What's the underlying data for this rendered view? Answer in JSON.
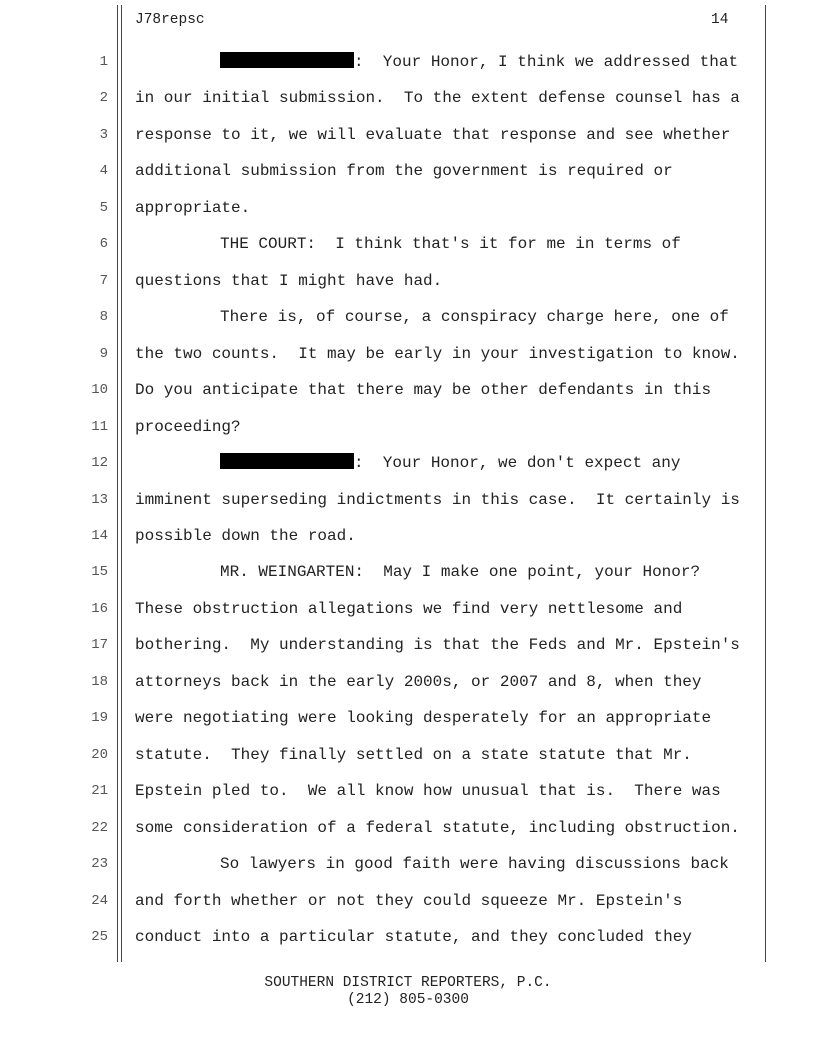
{
  "header": {
    "case_code": "J78repsc",
    "page_number": "14"
  },
  "lines": [
    {
      "num": "1",
      "indent": true,
      "redacted": true,
      "text": ":  Your Honor, I think we addressed that"
    },
    {
      "num": "2",
      "indent": false,
      "redacted": false,
      "text": "in our initial submission.  To the extent defense counsel has a"
    },
    {
      "num": "3",
      "indent": false,
      "redacted": false,
      "text": "response to it, we will evaluate that response and see whether"
    },
    {
      "num": "4",
      "indent": false,
      "redacted": false,
      "text": "additional submission from the government is required or"
    },
    {
      "num": "5",
      "indent": false,
      "redacted": false,
      "text": "appropriate."
    },
    {
      "num": "6",
      "indent": true,
      "redacted": false,
      "text": "THE COURT:  I think that's it for me in terms of"
    },
    {
      "num": "7",
      "indent": false,
      "redacted": false,
      "text": "questions that I might have had."
    },
    {
      "num": "8",
      "indent": true,
      "redacted": false,
      "text": "There is, of course, a conspiracy charge here, one of"
    },
    {
      "num": "9",
      "indent": false,
      "redacted": false,
      "text": "the two counts.  It may be early in your investigation to know."
    },
    {
      "num": "10",
      "indent": false,
      "redacted": false,
      "text": "Do you anticipate that there may be other defendants in this"
    },
    {
      "num": "11",
      "indent": false,
      "redacted": false,
      "text": "proceeding?"
    },
    {
      "num": "12",
      "indent": true,
      "redacted": true,
      "text": ":  Your Honor, we don't expect any"
    },
    {
      "num": "13",
      "indent": false,
      "redacted": false,
      "text": "imminent superseding indictments in this case.  It certainly is"
    },
    {
      "num": "14",
      "indent": false,
      "redacted": false,
      "text": "possible down the road."
    },
    {
      "num": "15",
      "indent": true,
      "redacted": false,
      "text": "MR. WEINGARTEN:  May I make one point, your Honor?"
    },
    {
      "num": "16",
      "indent": false,
      "redacted": false,
      "text": "These obstruction allegations we find very nettlesome and"
    },
    {
      "num": "17",
      "indent": false,
      "redacted": false,
      "text": "bothering.  My understanding is that the Feds and Mr. Epstein's"
    },
    {
      "num": "18",
      "indent": false,
      "redacted": false,
      "text": "attorneys back in the early 2000s, or 2007 and 8, when they"
    },
    {
      "num": "19",
      "indent": false,
      "redacted": false,
      "text": "were negotiating were looking desperately for an appropriate"
    },
    {
      "num": "20",
      "indent": false,
      "redacted": false,
      "text": "statute.  They finally settled on a state statute that Mr."
    },
    {
      "num": "21",
      "indent": false,
      "redacted": false,
      "text": "Epstein pled to.  We all know how unusual that is.  There was"
    },
    {
      "num": "22",
      "indent": false,
      "redacted": false,
      "text": "some consideration of a federal statute, including obstruction."
    },
    {
      "num": "23",
      "indent": true,
      "redacted": false,
      "text": "So lawyers in good faith were having discussions back"
    },
    {
      "num": "24",
      "indent": false,
      "redacted": false,
      "text": "and forth whether or not they could squeeze Mr. Epstein's"
    },
    {
      "num": "25",
      "indent": false,
      "redacted": false,
      "text": "conduct into a particular statute, and they concluded they"
    }
  ],
  "footer": {
    "reporter": "SOUTHERN DISTRICT REPORTERS, P.C.",
    "phone": "(212) 805-0300"
  }
}
